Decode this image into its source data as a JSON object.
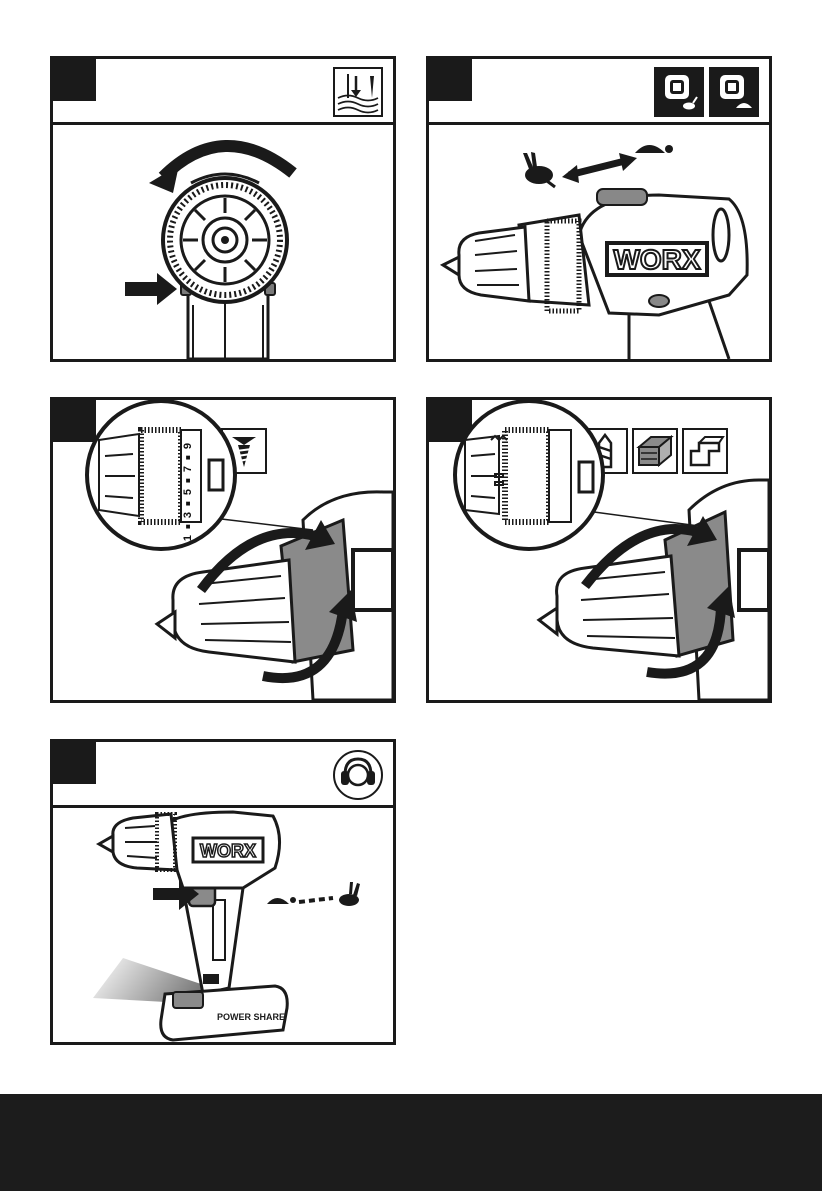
{
  "brand": "WORX",
  "battery_label": "POWER SHARE",
  "speed_dial_marks": [
    "1",
    "3",
    "5",
    "7",
    "9"
  ],
  "icons": {
    "p1": [
      "drill-depth-icon"
    ],
    "p2": [
      "speed-high-icon",
      "speed-low-icon"
    ],
    "p3": [
      "screw-icon"
    ],
    "p4": [
      "drill-bit-icon",
      "wood-icon",
      "metal-icon"
    ],
    "p5": [
      "ear-protection-icon"
    ]
  },
  "colors": {
    "ink": "#1a1a1a",
    "footer": "#1c1c1c",
    "accent_grey": "#8a8a8a"
  }
}
